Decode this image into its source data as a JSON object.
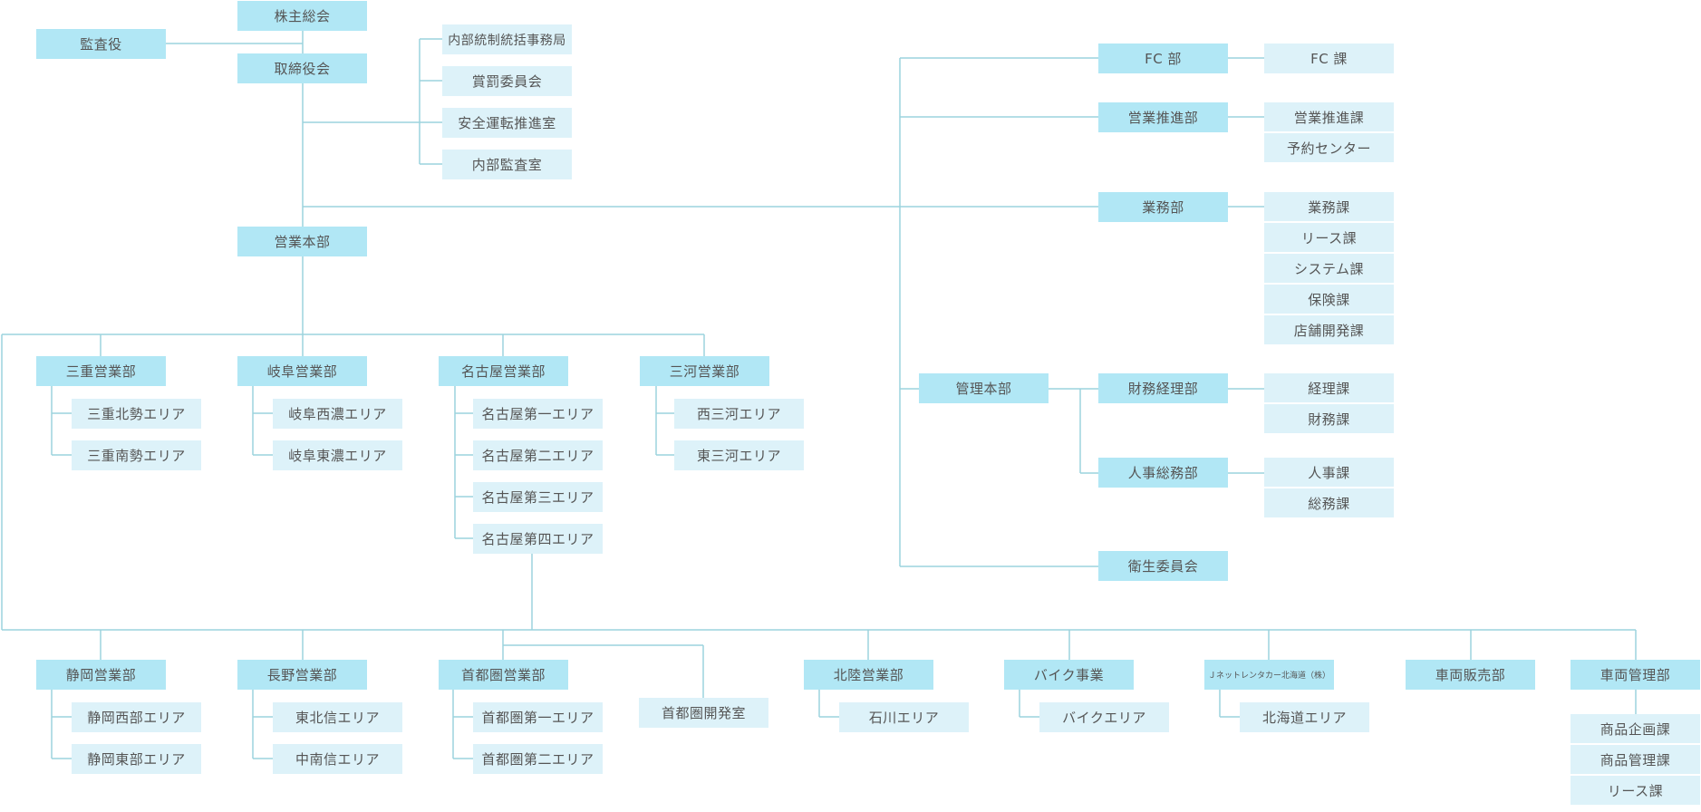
{
  "colors": {
    "line": "#9cd3dd",
    "dept": "#b1e7f5",
    "section": "#ddf2f9",
    "text": "#555555"
  },
  "nodes": {
    "kabunushi": "株主総会",
    "kansayaku": "監査役",
    "torishimariyakukai": "取締役会",
    "naibu_tousei": "内部統制統括事務局",
    "shobatsu": "賞罰委員会",
    "anzen_unten": "安全運転推進室",
    "naibu_kansa": "内部監査室",
    "eigyo_honbu": "営業本部",
    "mie": {
      "name": "三重営業部",
      "areas": [
        "三重北勢エリア",
        "三重南勢エリア"
      ]
    },
    "gifu": {
      "name": "岐阜営業部",
      "areas": [
        "岐阜西濃エリア",
        "岐阜東濃エリア"
      ]
    },
    "nagoya": {
      "name": "名古屋営業部",
      "areas": [
        "名古屋第一エリア",
        "名古屋第二エリア",
        "名古屋第三エリア",
        "名古屋第四エリア"
      ]
    },
    "mikawa": {
      "name": "三河営業部",
      "areas": [
        "西三河エリア",
        "東三河エリア"
      ]
    },
    "shizuoka": {
      "name": "静岡営業部",
      "areas": [
        "静岡西部エリア",
        "静岡東部エリア"
      ]
    },
    "nagano": {
      "name": "長野営業部",
      "areas": [
        "東北信エリア",
        "中南信エリア"
      ]
    },
    "shutoken": {
      "name": "首都圏営業部",
      "areas": [
        "首都圏第一エリア",
        "首都圏第二エリア"
      ]
    },
    "shutoken_kaihatsu": "首都圏開発室",
    "hokuriku": {
      "name": "北陸営業部",
      "areas": [
        "石川エリア"
      ]
    },
    "bike": {
      "name": "バイク事業",
      "areas": [
        "バイクエリア"
      ]
    },
    "hokkaido": {
      "name": "Ｊネットレンタカー北海道（株）",
      "areas": [
        "北海道エリア"
      ]
    },
    "sharyo_hanbai": "車両販売部",
    "sharyo_kanri": {
      "name": "車両管理部",
      "sections": [
        "商品企画課",
        "商品管理課",
        "リース課"
      ]
    },
    "fc": {
      "name": "FC 部",
      "sections": [
        "FC 課"
      ]
    },
    "eigyo_suishin": {
      "name": "営業推進部",
      "sections": [
        "営業推進課",
        "予約センター"
      ]
    },
    "gyomu": {
      "name": "業務部",
      "sections": [
        "業務課",
        "リース課",
        "システム課",
        "保険課",
        "店舗開発課"
      ]
    },
    "kanri_honbu": "管理本部",
    "zaimu_keiri": {
      "name": "財務経理部",
      "sections": [
        "経理課",
        "財務課"
      ]
    },
    "jinji_somu": {
      "name": "人事総務部",
      "sections": [
        "人事課",
        "総務課"
      ]
    },
    "eisei": "衛生委員会"
  }
}
